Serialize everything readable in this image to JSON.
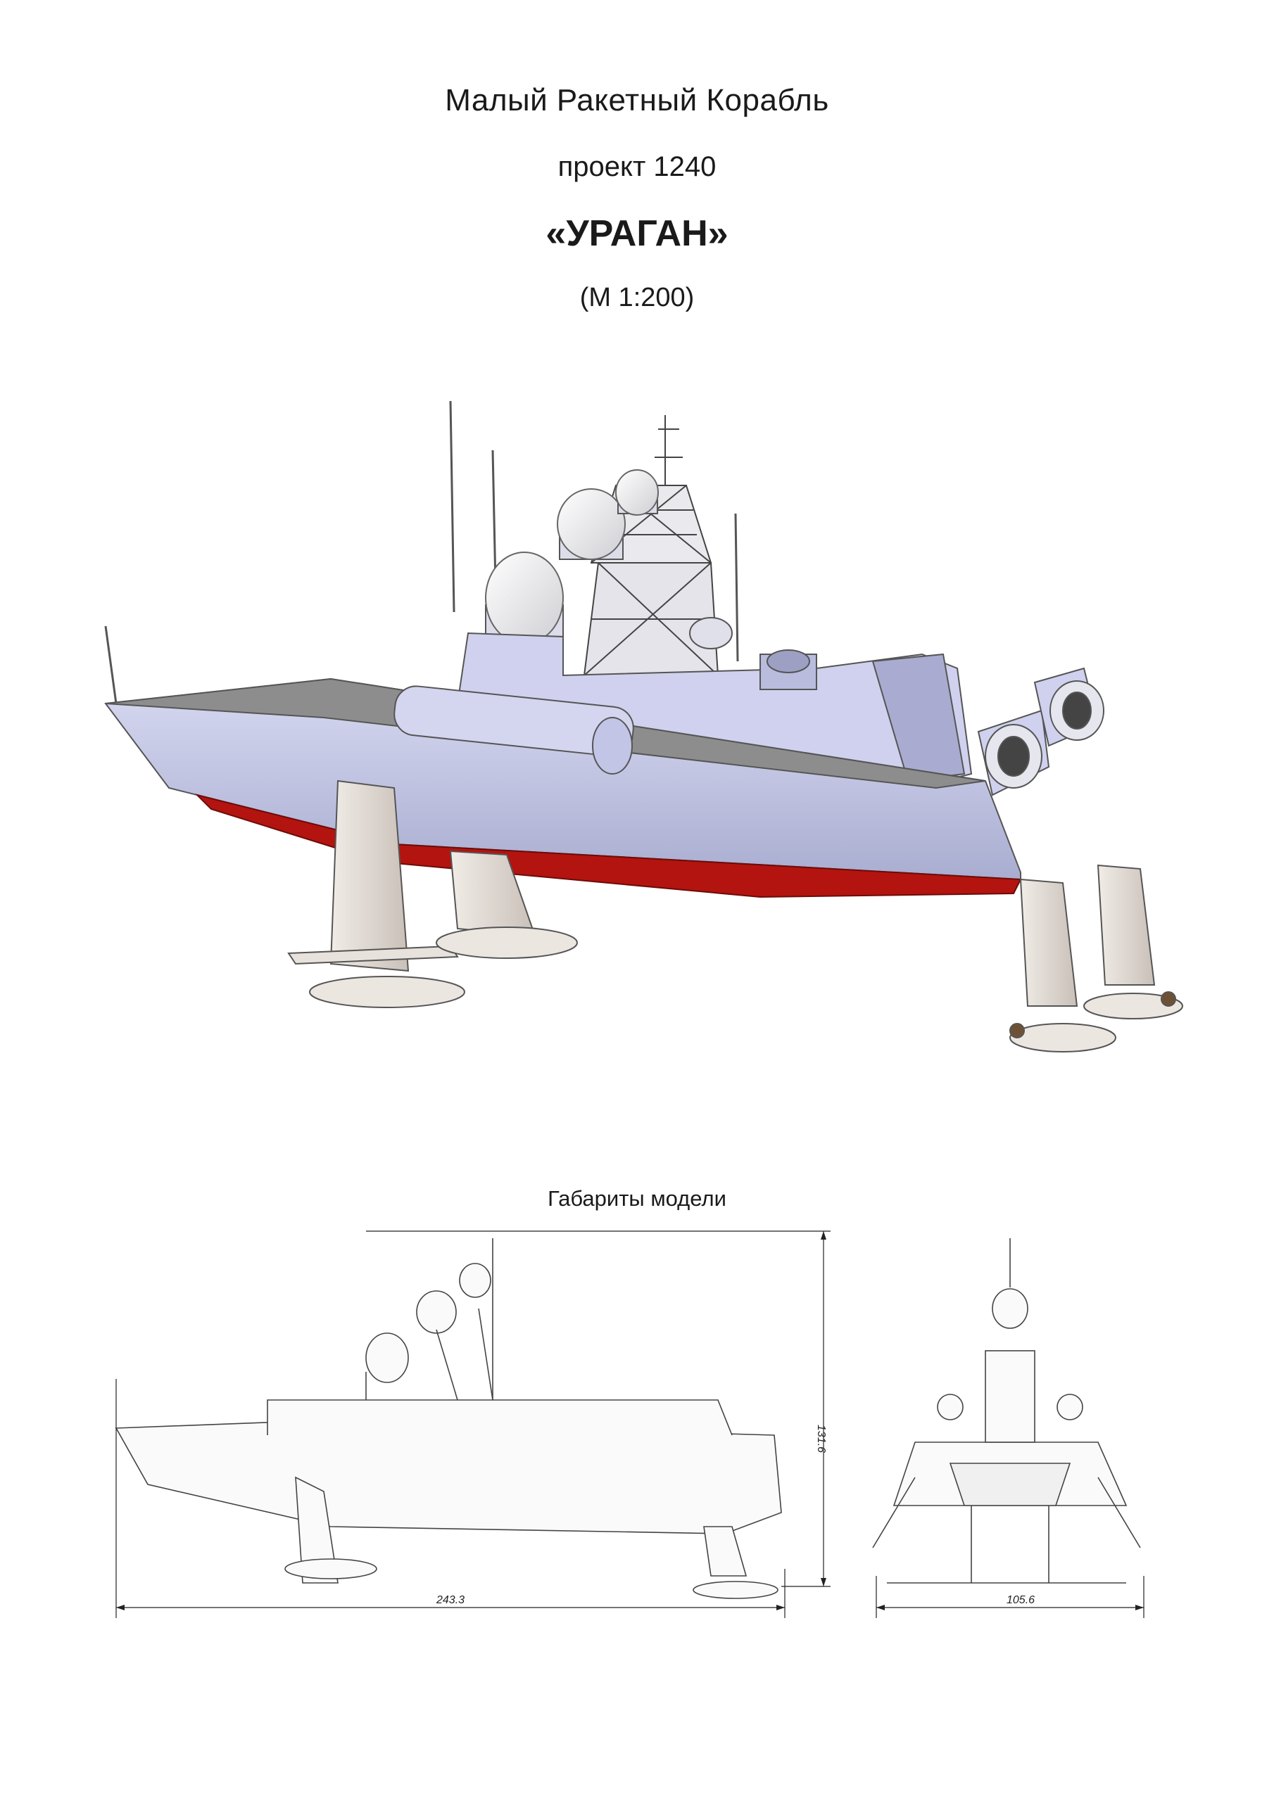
{
  "header": {
    "title": "Малый Ракетный Корабль",
    "project": "проект 1240",
    "name": "«УРАГАН»",
    "scale": "(М 1:200)"
  },
  "dimensions_section": {
    "title": "Габариты модели",
    "length": "243.3",
    "height": "131.6",
    "width": "105.6"
  },
  "colors": {
    "hull": "#c9cce8",
    "hull_dark": "#9fa3c6",
    "deck": "#8d8d8d",
    "waterline": "#b3140f",
    "foil": "#e3dcd6",
    "dome": "#f2f2f2"
  }
}
